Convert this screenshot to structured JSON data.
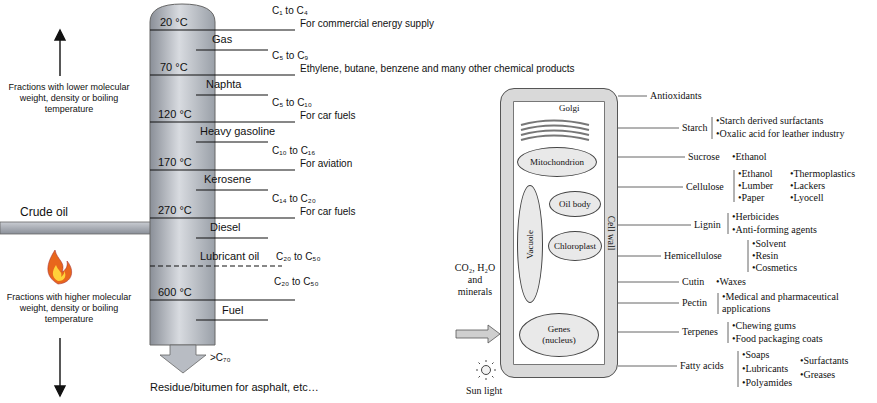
{
  "diagram": {
    "nodes": [
      {
        "text": [
          "Cell wall"
        ]
      },
      {
        "text": [
          "Golgi"
        ],
        "in": 0
      },
      {
        "text": [
          "Mitochondrion"
        ],
        "in": 0
      },
      {
        "text": [
          "Vacuole"
        ],
        "in": 0
      },
      {
        "text": [
          "Oil body"
        ],
        "in": 0
      },
      {
        "text": [
          "Chloroplast"
        ],
        "in": 0
      },
      {
        "text": [
          "Genes (nucleus)"
        ],
        "in": 0
      }
    ],
    "labels": [
      "Fractions with lower molecular weight, density or boiling temperature",
      "20 °C",
      "Gas",
      "C₁ to C₄",
      "For commercial energy supply",
      "70 °C",
      "Naphta",
      "C₅ to C₉",
      "Ethylene, butane, benzene and many other chemical products",
      "120 °C",
      "Heavy gasoline",
      "C₅ to C₁₀",
      "For car fuels",
      "170 °C",
      "Kerosene",
      "C₁₀ to C₁₆",
      "For aviation",
      "Crude oil",
      "270 °C",
      "Diesel",
      "C₁₄ to C₂₀",
      "For car fuels",
      "C₂₀ to C₅₀",
      "Lubricant oil",
      "600 °C",
      "C₂₀ to C₅₀",
      "Fuel",
      "Fractions with higher molecular weight, density or boiling temperature",
      ">C₇₀",
      "Residue/bitumen for asphalt, etc…",
      "Antioxidants",
      "Starch",
      "•Starch derived surfactants",
      "•Oxalic acid for leather industry",
      "Sucrose",
      "•Ethanol",
      "Cellulose",
      "•Ethanol",
      "•Thermoplastics",
      "•Lumber",
      "•Lackers",
      "•Paper",
      "•Lyocell",
      "Lignin",
      "•Herbicides",
      "•Anti-forming agents",
      "Hemicellulose",
      "•Solvent",
      "•Resin",
      "•Cosmetics",
      "Cutin",
      "•Waxes",
      "Pectin",
      "•Medical and pharmaceutical applications",
      "Terpenes",
      "•Chewing gums",
      "•Food packaging coats",
      "Fatty acids",
      "•Soaps",
      "•Surfactants",
      "•Lubricants",
      "•Greases",
      "•Polyamides",
      "CO₂, H₂O and minerals",
      "Sun light"
    ]
  }
}
